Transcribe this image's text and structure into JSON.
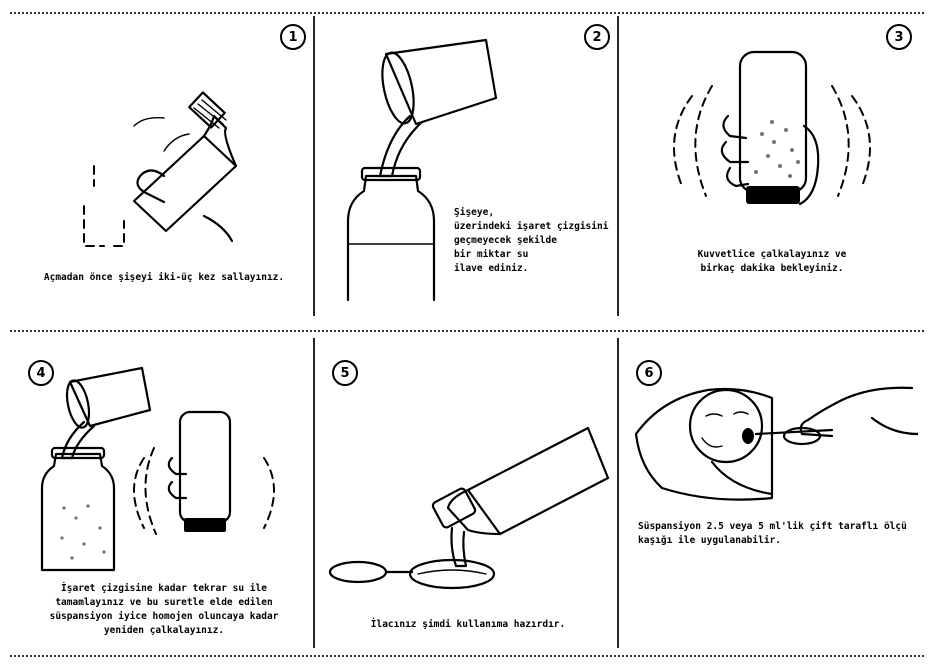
{
  "steps": [
    {
      "number": "1",
      "caption": "Açmadan önce şişeyi iki-üç kez sallayınız."
    },
    {
      "number": "2",
      "caption_lines": [
        "Şişeye,",
        "üzerindeki işaret çizgisini",
        "geçmeyecek şekilde",
        "bir miktar su",
        "ilave ediniz."
      ]
    },
    {
      "number": "3",
      "caption_lines": [
        "Kuvvetlice çalkalayınız ve",
        "birkaç dakika bekleyiniz."
      ]
    },
    {
      "number": "4",
      "caption_lines": [
        "İşaret çizgisine kadar tekrar su ile",
        "tamamlayınız ve bu suretle elde edilen",
        "süspansiyon iyice homojen oluncaya kadar",
        "yeniden çalkalayınız."
      ]
    },
    {
      "number": "5",
      "caption": "İlacınız şimdi kullanıma hazırdır."
    },
    {
      "number": "6",
      "caption_lines": [
        "Süspansiyon 2.5 veya 5 ml'lik çift taraflı ölçü",
        "kaşığı ile uygulanabilir."
      ]
    }
  ]
}
